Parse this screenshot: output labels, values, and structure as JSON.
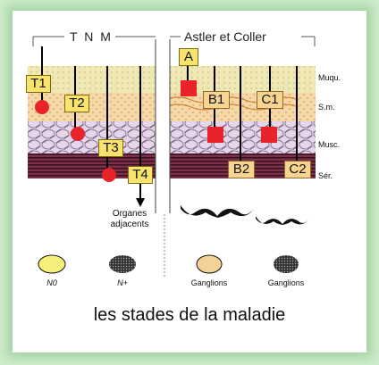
{
  "headers": {
    "tnm": "T N M",
    "astler": "Astler et Coller"
  },
  "layers": [
    "Muqu.",
    "S.m.",
    "Musc.",
    "Sér."
  ],
  "tnm_stages": [
    "T1",
    "T2",
    "T3",
    "T4"
  ],
  "astler_stages": [
    "A",
    "B1",
    "C1",
    "B2",
    "C2"
  ],
  "arrow_label": "Organes\nadjacents",
  "legend": {
    "n0": "N0",
    "nplus": "N+",
    "ganglion1": "Ganglions",
    "ganglion2": "Ganglions"
  },
  "caption": "les stades de la maladie",
  "colors": {
    "background": "#cfeccc",
    "tag": "#f7e36e",
    "tumor": "#e8232b",
    "mucosa": "#efe7b4",
    "submucosa": "#f6d8a8",
    "muscle": "#e6d5e8",
    "serosa": "#5a2235"
  }
}
